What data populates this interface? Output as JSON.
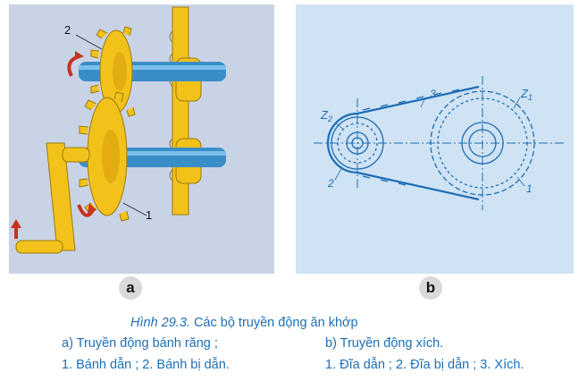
{
  "colors": {
    "gear": "#f2c21b",
    "shaft": "#3a8ec8",
    "panel_a_bg": "#c9d3e6",
    "panel_b_bg": "#cfe3f4",
    "drawing": "#1f6db5",
    "caption": "#1c6fb6",
    "arrow": "#c8321f"
  },
  "figure_a": {
    "badge": "a",
    "labels": {
      "one": "1",
      "two": "2"
    }
  },
  "figure_b": {
    "badge": "b",
    "labels": {
      "z1": "Z",
      "z1_sub": "1",
      "z2": "Z",
      "z2_sub": "2",
      "one": "1",
      "two": "2",
      "three": "3"
    }
  },
  "caption": {
    "figure_number": "Hình 29.3.",
    "title": " Các bộ truyền động ăn khớp",
    "a_title": "a) Truyền động bánh răng ;",
    "b_title": "b) Truyền động xích.",
    "a_items": "1. Bánh dẫn ; 2. Bánh bị dẫn.",
    "b_items": "1. Đĩa dẫn ; 2. Đĩa bị dẫn ; 3. Xích."
  }
}
